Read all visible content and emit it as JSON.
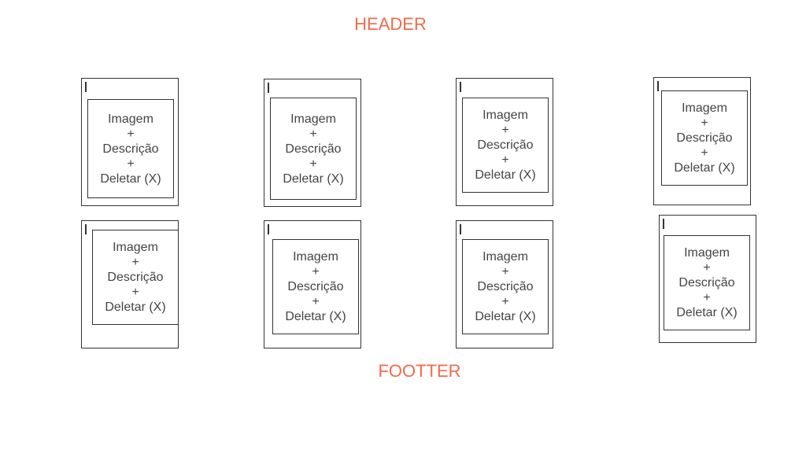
{
  "header": {
    "label": "HEADER"
  },
  "footer": {
    "label": "FOOTTER"
  },
  "cards": [
    {
      "lines": [
        "Imagem",
        "+",
        "Descrição",
        "+",
        "Deletar (X)"
      ]
    },
    {
      "lines": [
        "Imagem",
        "+",
        "Descrição",
        "+",
        "Deletar (X)"
      ]
    },
    {
      "lines": [
        "Imagem",
        "+",
        "Descrição",
        "+",
        "Deletar (X)"
      ]
    },
    {
      "lines": [
        "Imagem",
        "+",
        "Descrição",
        "+",
        "Deletar (X)"
      ]
    },
    {
      "lines": [
        "Imagem",
        "+",
        "Descrição",
        "+",
        "Deletar (X)"
      ]
    },
    {
      "lines": [
        "Imagem",
        "+",
        "Descrição",
        "+",
        "Deletar (X)"
      ]
    },
    {
      "lines": [
        "Imagem",
        "+",
        "Descrição",
        "+",
        "Deletar (X)"
      ]
    },
    {
      "lines": [
        "Imagem",
        "+",
        "Descrição",
        "+",
        "Deletar (X)"
      ]
    }
  ]
}
